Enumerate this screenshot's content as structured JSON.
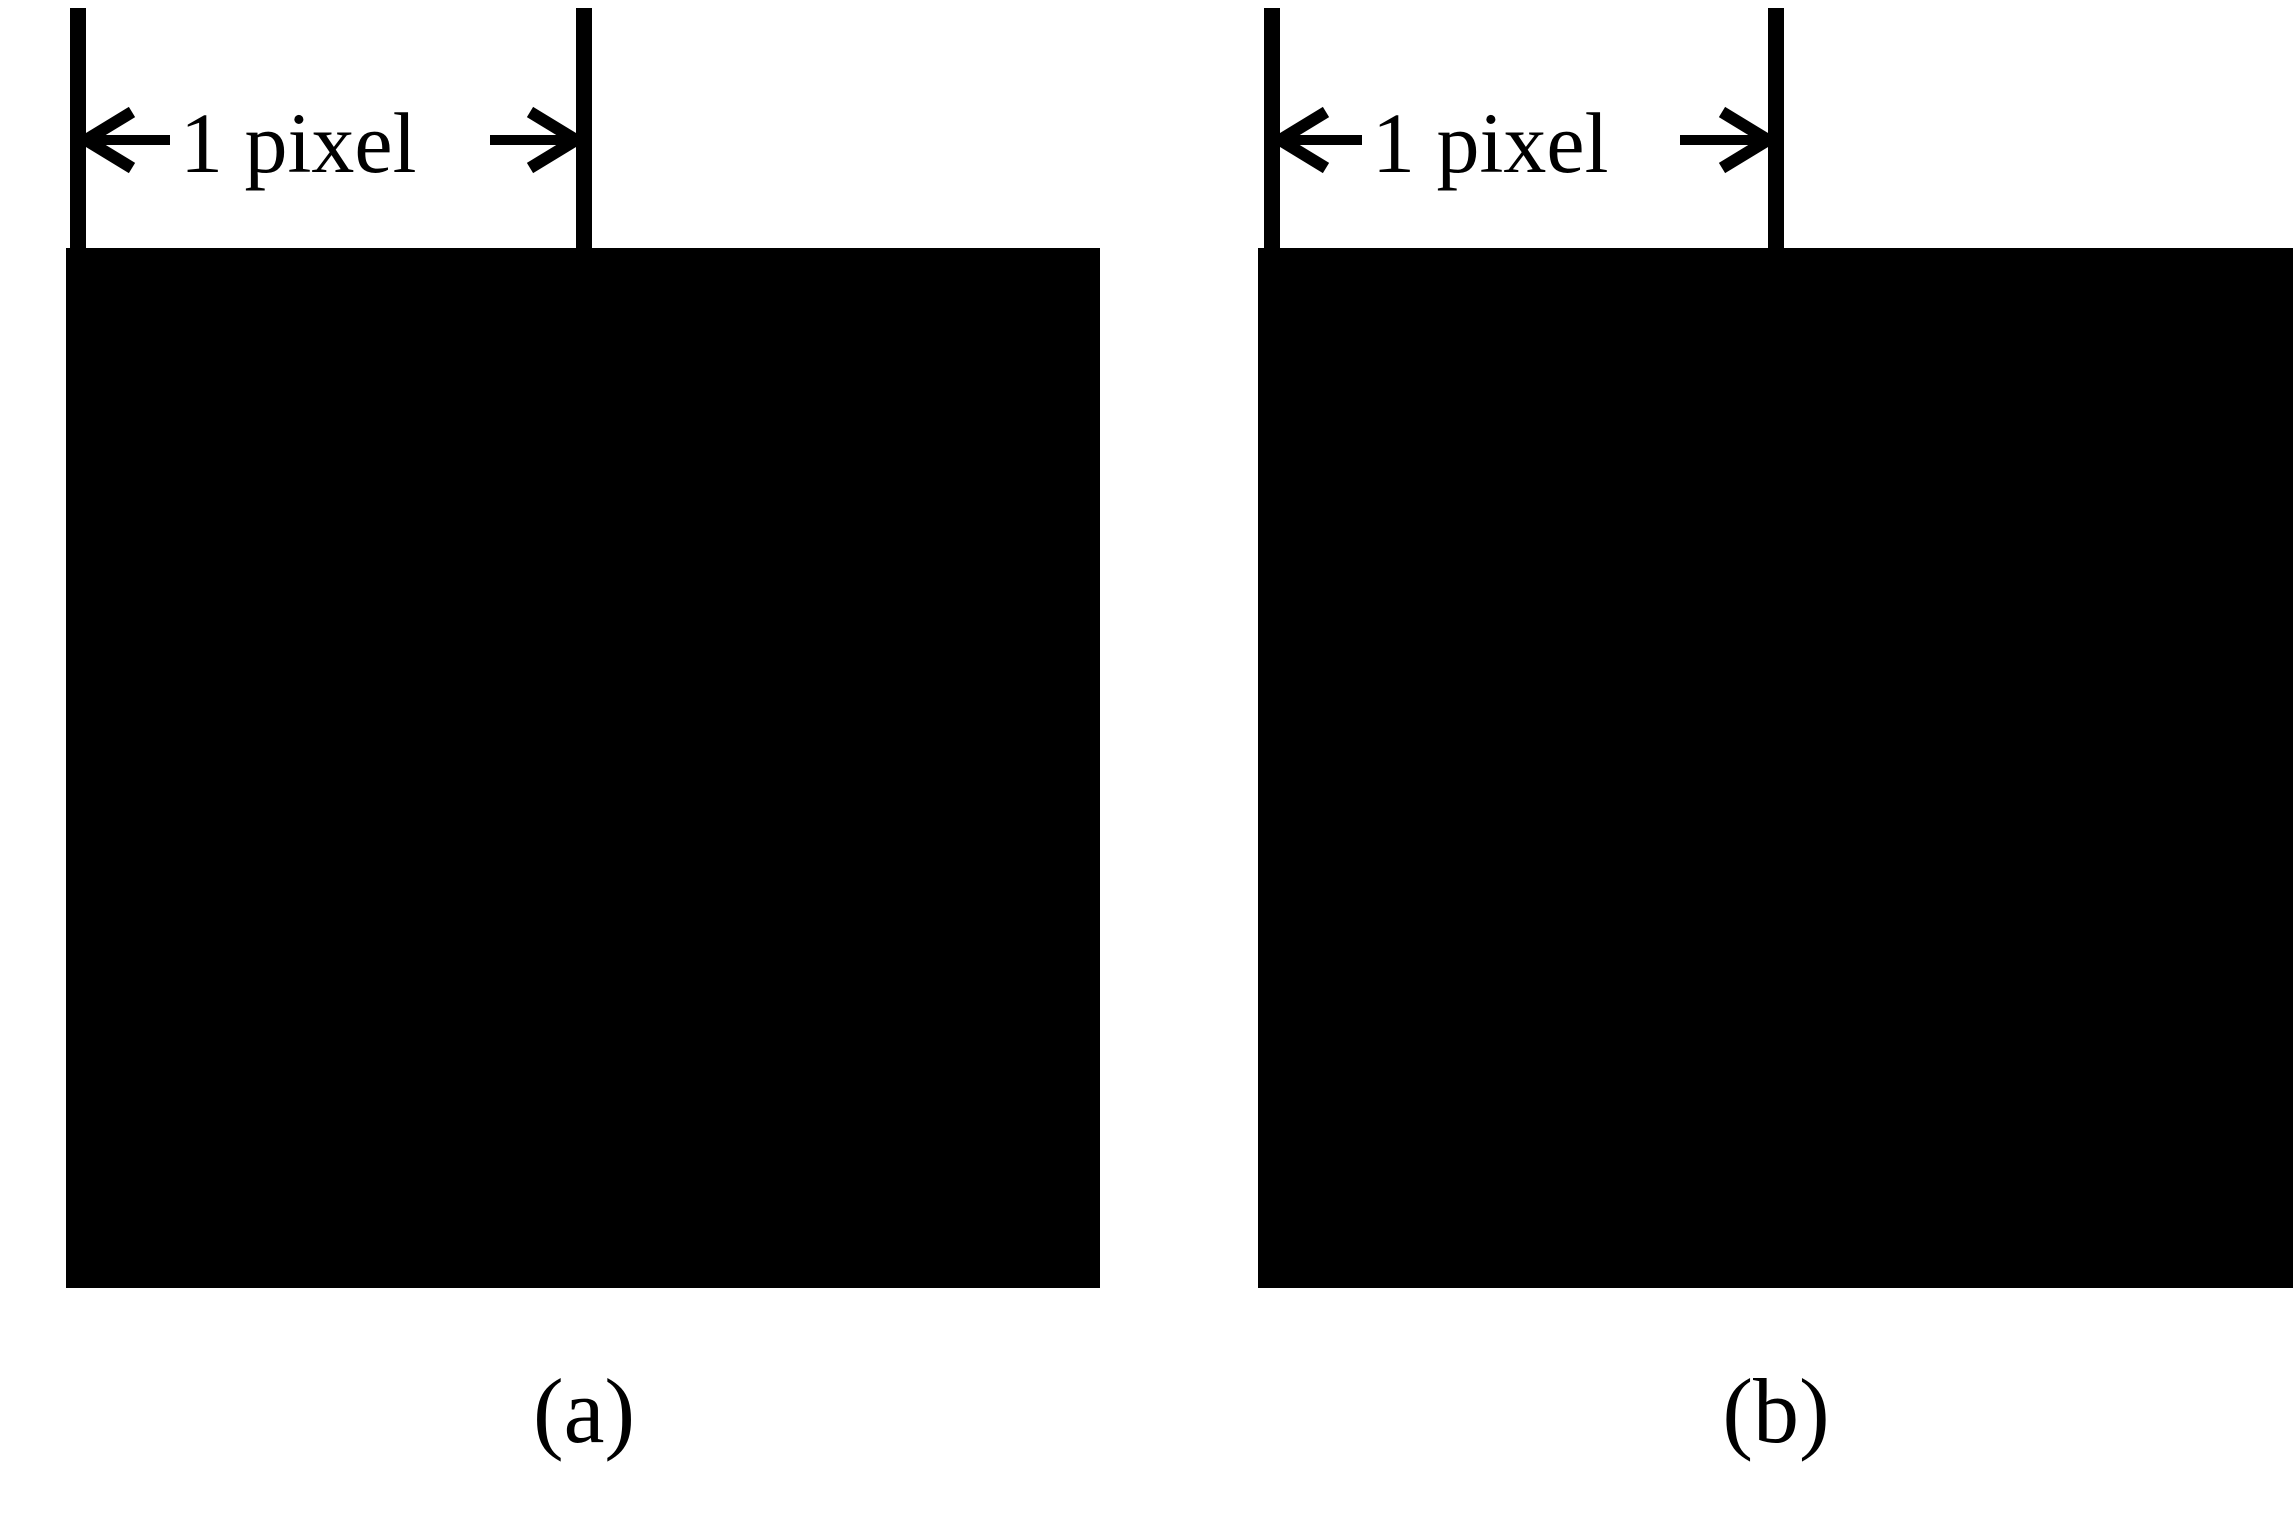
{
  "panels": [
    {
      "id": "a",
      "caption": "(a)",
      "dimension_label": "1 pixel"
    },
    {
      "id": "b",
      "caption": "(b)",
      "dimension_label": "1 pixel"
    }
  ],
  "colors": {
    "background": "#ffffff",
    "square_fill": "#000000",
    "line": "#000000"
  }
}
